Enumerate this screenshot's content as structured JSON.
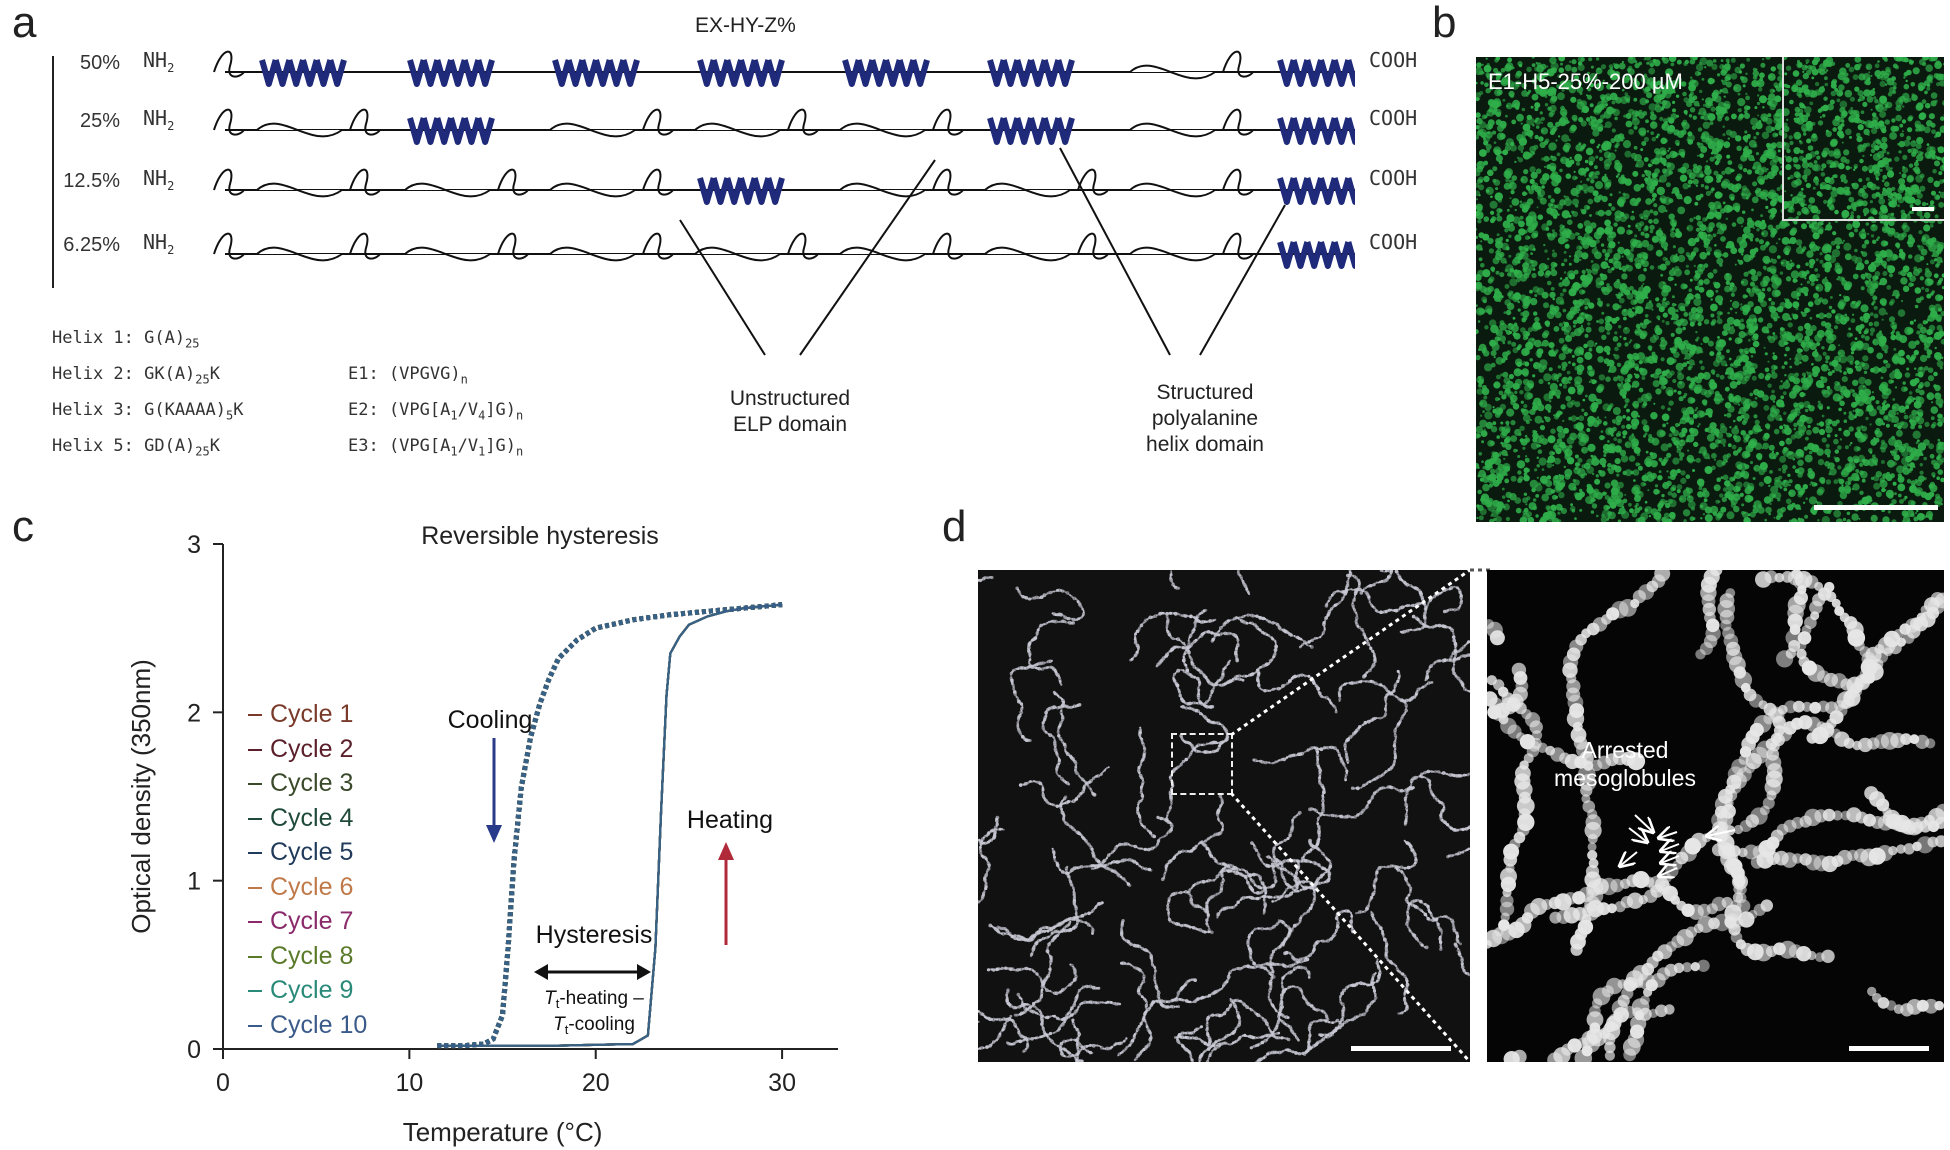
{
  "panel_a": {
    "letter": "a",
    "title": "EX-HY-Z%",
    "rows": [
      {
        "pct": "50%",
        "nterm": "NH",
        "nsub": "2",
        "cterm": "COOH"
      },
      {
        "pct": "25%",
        "nterm": "NH",
        "nsub": "2",
        "cterm": "COOH"
      },
      {
        "pct": "12.5%",
        "nterm": "NH",
        "nsub": "2",
        "cterm": "COOH"
      },
      {
        "pct": "6.25%",
        "nterm": "NH",
        "nsub": "2",
        "cterm": "COOH"
      }
    ],
    "helices": [
      {
        "label": "Helix 1: ",
        "seq": "G(A)",
        "sub": "25",
        "tail": ""
      },
      {
        "label": "Helix 2: ",
        "seq": "GK(A)",
        "sub": "25",
        "tail": "K"
      },
      {
        "label": "Helix 3: ",
        "seq": "G(KAAAA)",
        "sub": "5",
        "tail": "K"
      },
      {
        "label": "Helix 5: ",
        "seq": "GD(A)",
        "sub": "25",
        "tail": "K"
      }
    ],
    "elps": [
      {
        "label": "E1: (VPGVG)",
        "sub": "n",
        "tail": ""
      },
      {
        "label": "E2: (VPG[A",
        "sub": "1",
        "mid": "/V",
        "sub2": "4",
        "tail": "]G)",
        "sub3": "n"
      },
      {
        "label": "E3: (VPG[A",
        "sub": "1",
        "mid": "/V",
        "sub2": "1",
        "tail": "]G)",
        "sub3": "n"
      }
    ],
    "callout_elp": [
      "Unstructured",
      "ELP domain"
    ],
    "callout_helix": [
      "Structured",
      "polyalanine",
      "helix domain"
    ],
    "helix_color": "#1f2a7a"
  },
  "panel_b": {
    "letter": "b",
    "label": "E1-H5-25%-200 µM",
    "color": "#2fae4a"
  },
  "panel_c": {
    "letter": "c",
    "chart_data": {
      "type": "line",
      "title": "Reversible hysteresis",
      "xlabel": "Temperature (°C)",
      "ylabel": "Optical density (350nm)",
      "xlim": [
        0,
        33
      ],
      "ylim": [
        0,
        3
      ],
      "xticks": [
        0,
        10,
        20,
        30
      ],
      "yticks": [
        0,
        1,
        2,
        3
      ],
      "series": [
        {
          "name": "Cycle 1",
          "color": "#7a3a2a"
        },
        {
          "name": "Cycle 2",
          "color": "#5a1f2a"
        },
        {
          "name": "Cycle 3",
          "color": "#3a4a2a"
        },
        {
          "name": "Cycle 4",
          "color": "#1f4a3a"
        },
        {
          "name": "Cycle 5",
          "color": "#1f3a5a"
        },
        {
          "name": "Cycle 6",
          "color": "#c07a4a"
        },
        {
          "name": "Cycle 7",
          "color": "#8a2a6a"
        },
        {
          "name": "Cycle 8",
          "color": "#5a7a2a"
        },
        {
          "name": "Cycle 9",
          "color": "#2a8a7a"
        },
        {
          "name": "Cycle 10",
          "color": "#3a5a8a"
        }
      ],
      "cooling_curve": {
        "x": [
          11.5,
          13,
          14,
          14.5,
          15,
          15.3,
          15.6,
          16,
          16.5,
          17,
          17.5,
          18,
          19,
          20,
          22,
          24,
          26,
          28,
          30
        ],
        "y": [
          0.02,
          0.02,
          0.03,
          0.06,
          0.2,
          0.6,
          1.1,
          1.55,
          1.85,
          2.05,
          2.2,
          2.32,
          2.43,
          2.5,
          2.55,
          2.58,
          2.6,
          2.62,
          2.64
        ]
      },
      "heating_curve": {
        "x": [
          11.5,
          14,
          18,
          22,
          22.8,
          23.2,
          23.5,
          23.8,
          24,
          24.5,
          25,
          26,
          27,
          28,
          30
        ],
        "y": [
          0.02,
          0.02,
          0.02,
          0.03,
          0.08,
          0.6,
          1.4,
          2.1,
          2.35,
          2.45,
          2.52,
          2.57,
          2.6,
          2.62,
          2.64
        ]
      },
      "annotations": {
        "cooling": "Cooling",
        "heating": "Heating",
        "hysteresis": "Hysteresis",
        "hyst_line1_a": "T",
        "hyst_line1_sub": "t",
        "hyst_line1_b": "-heating –",
        "hyst_line2_a": "T",
        "hyst_line2_sub": "t",
        "hyst_line2_b": "-cooling",
        "cooling_arrow_color": "#2a3a8a",
        "heating_arrow_color": "#b02a3a"
      }
    }
  },
  "panel_d": {
    "letter": "d",
    "annotation": [
      "Arrested",
      "mesoglobules"
    ]
  }
}
